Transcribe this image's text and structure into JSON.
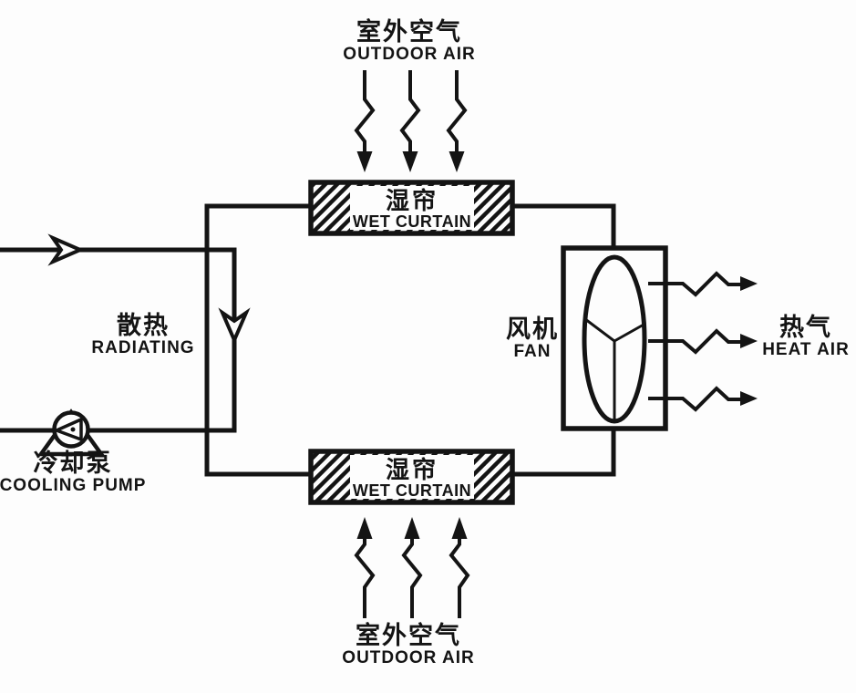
{
  "labels": {
    "outdoor_air_top": {
      "zh": "室外空气",
      "en": "OUTDOOR AIR"
    },
    "wet_curtain_top": {
      "zh": "湿帘",
      "en": "WET CURTAIN"
    },
    "radiating": {
      "zh": "散热",
      "en": "RADIATING"
    },
    "cooling_pump": {
      "zh": "冷却泵",
      "en": "COOLING PUMP"
    },
    "fan": {
      "zh": "风机",
      "en": "FAN"
    },
    "heat_air": {
      "zh": "热气",
      "en": "HEAT AIR"
    },
    "wet_curtain_bottom": {
      "zh": "湿帘",
      "en": "WET CURTAIN"
    },
    "outdoor_air_bottom": {
      "zh": "室外空气",
      "en": "OUTDOOR AIR"
    }
  },
  "icons": {
    "pump_icon": "circle-with-left-pointing-impeller-on-triangle-stand",
    "fan_icon": "vertical-ellipse-with-three-blade-spokes",
    "wet_curtain_box": "diagonal-hatched-rectangle",
    "airflow_arrow": "zigzag-lightning-arrow-solid-head",
    "flow_arrow": "open-chevron-arrowhead"
  },
  "colors": {
    "line": "#141414",
    "background": "#fdfdfd",
    "text": "#141414"
  }
}
